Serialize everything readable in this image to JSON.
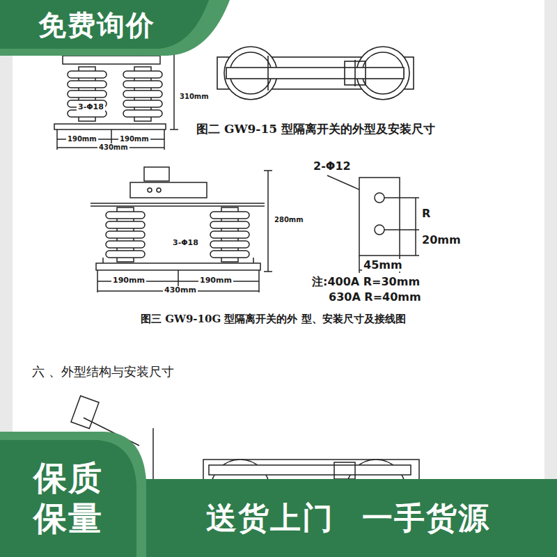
{
  "diagram": {
    "nodes": [
      {
        "text": [
          "免费询价"
        ]
      },
      {
        "text": [
          "保质 保量"
        ]
      },
      {
        "text": [
          "送货上门",
          "一手货源"
        ]
      }
    ],
    "labels": [
      "310mm",
      "3-Φ18",
      "190mm",
      "190mm",
      "430mm",
      "图二 GW9-15 型隔离开关的外型及安装尺寸",
      "2-Φ12",
      "R",
      "20mm",
      "280mm",
      "3-Φ18",
      "190mm",
      "190mm",
      "430mm",
      "45mm",
      "注:400A R=30mm",
      "630A R=40mm",
      "图三 GW9-10G 型隔离开关的外 型、安装尺寸及接线图",
      "六 、外型结构与安装尺寸"
    ]
  }
}
